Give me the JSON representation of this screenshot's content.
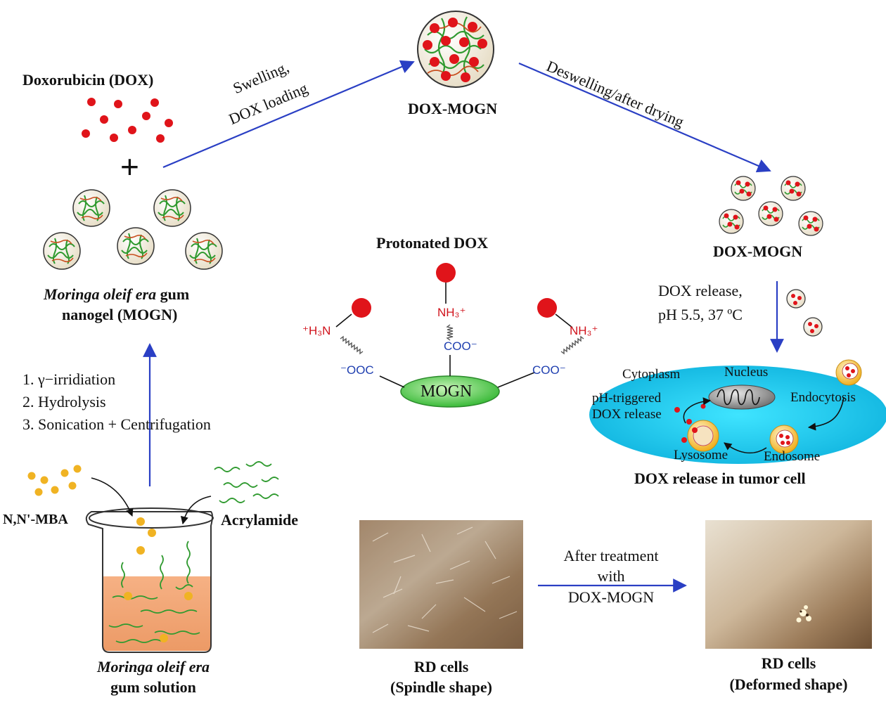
{
  "colors": {
    "dox": "#e0141a",
    "arrow": "#2a3fc4",
    "cell": "#1fd0f0",
    "mogn": "#3fcf3f",
    "mba": "#f0b323",
    "acrylamide": "#2f9a2f",
    "gum_solution": "#f0a070"
  },
  "labels": {
    "doxorubicin": "Doxorubicin (DOX)",
    "plus": "+",
    "mogn_line1_italic": "Moringa oleif era",
    "mogn_line1_tail": " gum",
    "mogn_line2": "nanogel (MOGN)",
    "swelling_line1": "Swelling,",
    "swelling_line2": "DOX loading",
    "dox_mogn_top": "DOX-MOGN",
    "deswelling": "Deswelling/after drying",
    "dox_mogn_right": "DOX-MOGN",
    "protonated_dox": "Protonated DOX",
    "h3n_left": "⁺H₃N",
    "nh3_mid": "NH₃⁺",
    "nh3_right": "NH₃⁺",
    "ooc_left": "⁻OOC",
    "coo_mid": "COO⁻",
    "coo_right": "COO⁻",
    "mogn_center": "MOGN",
    "dox_release_line1": "DOX release,",
    "dox_release_line2": "pH 5.5, 37 ºC",
    "cytoplasm": "Cytoplasm",
    "nucleus": "Nucleus",
    "ph_triggered_line1": "pH-triggered",
    "ph_triggered_line2": "DOX release",
    "endocytosis": "Endocytosis",
    "lysosome": "Lysosome",
    "endosome": "Endosome",
    "dox_release_tumor": "DOX release in tumor cell",
    "steps": [
      "1. γ−irridiation",
      "2. Hydrolysis",
      "3. Sonication + Centrifugation"
    ],
    "mba": "N,N'-MBA",
    "acrylamide": "Acrylamide",
    "gum_solution_line1": "Moringa oleif era",
    "gum_solution_line2": "gum solution",
    "after_line1": "After treatment",
    "after_line2": "with",
    "after_line3": "DOX-MOGN",
    "rd_left_line1": "RD cells",
    "rd_left_line2": "(Spindle shape)",
    "rd_right_line1": "RD cells",
    "rd_right_line2": "(Deformed shape)"
  }
}
